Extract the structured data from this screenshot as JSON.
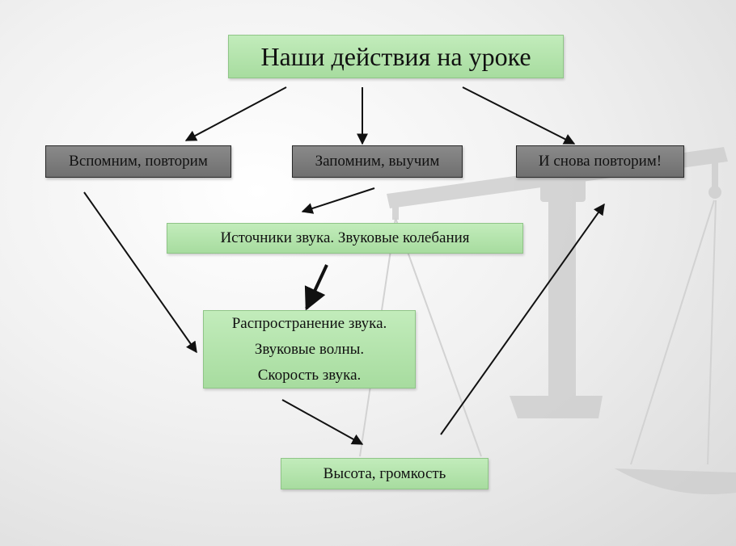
{
  "diagram": {
    "title": "Наши действия на уроке",
    "step_recall": "Вспомним, повторим",
    "step_learn": "Запомним, выучим",
    "step_repeat": "И снова повторим!",
    "topic_sources": "Источники звука. Звуковые колебания",
    "topic_propagation": {
      "line1": "Распространение звука.",
      "line2": "Звуковые волны.",
      "line3": "Скорость звука."
    },
    "topic_pitch": "Высота, громкость"
  },
  "colors": {
    "green_box": "#b3e3ac",
    "gray_box": "#7d7d7d",
    "arrow": "#111111",
    "background_scale": "#c8c8c8"
  }
}
